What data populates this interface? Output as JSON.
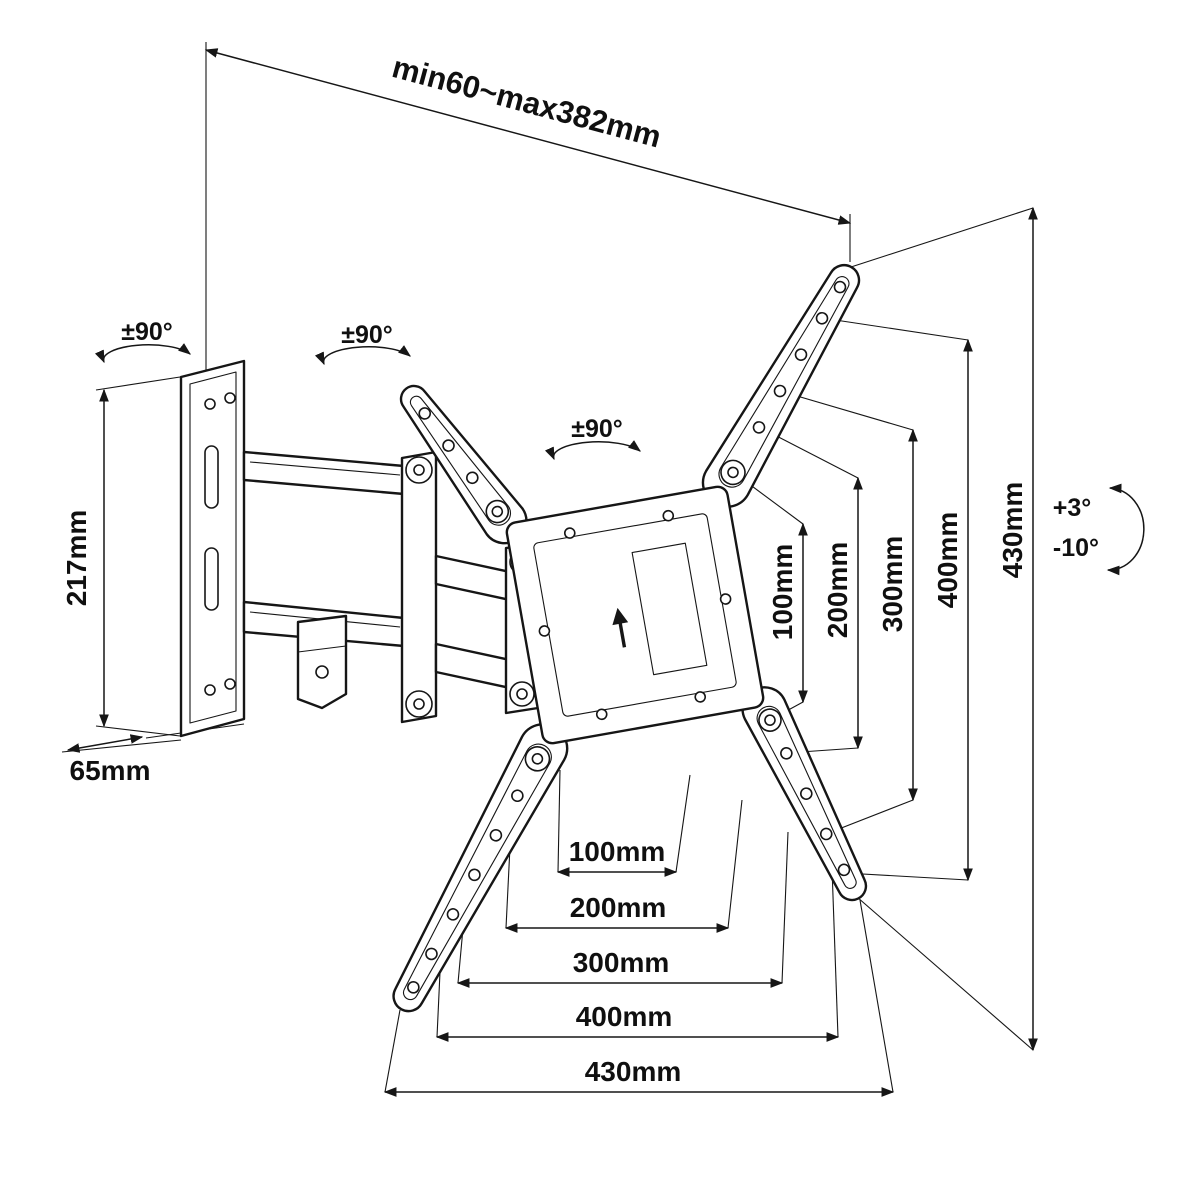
{
  "diagram": {
    "subject": "Full-motion TV wall mount dimensional technical drawing",
    "labels": {
      "extension_range": "min60~max382mm",
      "rotation_wall": "±90°",
      "rotation_elbow": "±90°",
      "rotation_plate": "±90°",
      "wall_plate_height": "217mm",
      "wall_plate_width": "65mm",
      "tilt_up": "+3°",
      "tilt_down": "-10°"
    },
    "vertical_dimensions": [
      "100mm",
      "200mm",
      "300mm",
      "400mm",
      "430mm"
    ],
    "horizontal_dimensions": [
      "100mm",
      "200mm",
      "300mm",
      "400mm",
      "430mm"
    ],
    "colors": {
      "line": "#161616",
      "background": "#ffffff"
    }
  }
}
